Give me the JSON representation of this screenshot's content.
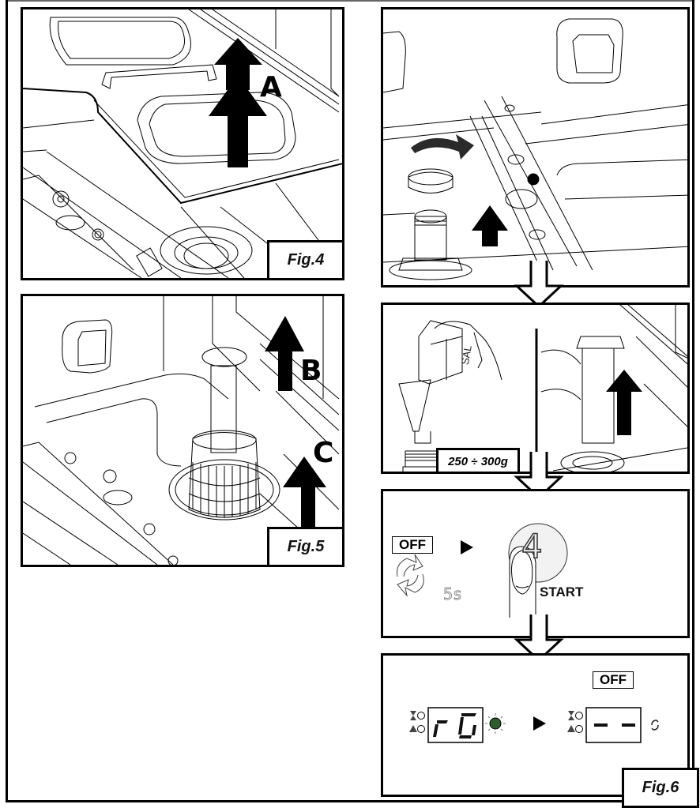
{
  "figures": {
    "fig4": {
      "label": "Fig.4",
      "arrow_letter": "A"
    },
    "fig5": {
      "label": "Fig.5",
      "arrow_letters": [
        "B",
        "C"
      ]
    },
    "fig6": {
      "label": "Fig.6",
      "salt_box_text": "SAL",
      "salt_amount": "250 ÷ 300g",
      "step3": {
        "off_label": "OFF",
        "hold_time": "5s",
        "button_number": "4",
        "start_label": "START"
      },
      "step4": {
        "off_label": "OFF",
        "display_before": "rG",
        "display_after": "- -"
      }
    }
  },
  "icons": [
    "up-arrow",
    "rotate-cap-arrow",
    "regeneration-icon",
    "play-triangle",
    "finger-press",
    "hourglass-indicator",
    "salt-indicator",
    "flow-down-arrow"
  ],
  "colors": {
    "ink": "#000000",
    "paper": "#ffffff",
    "led_green": "#2e5b2e",
    "button_fill": "#f2f2f2"
  }
}
